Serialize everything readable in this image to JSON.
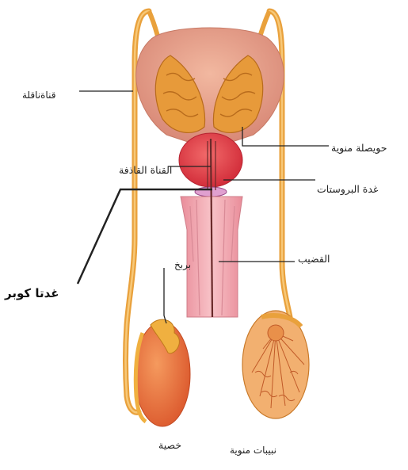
{
  "labels": {
    "vas_deferens": "قناةناقلة",
    "seminal_vesicle": "حويصلة منوية",
    "ejaculatory_duct": "القناة القاذفة",
    "prostate": "غدة البروستات",
    "cowper_gland": "غدتا كوبر",
    "epididymis": "بربخ",
    "urethra_penis": "القضيب",
    "testis": "خصية",
    "seminiferous_tubules": "نبيبات منوية"
  },
  "colors": {
    "duct": "#f0a53a",
    "bladder": "#e8a089",
    "vesicle": "#e49a3a",
    "prostate": "#e8474f",
    "penis": "#f0a8b0",
    "testis": "#e86a3e"
  }
}
